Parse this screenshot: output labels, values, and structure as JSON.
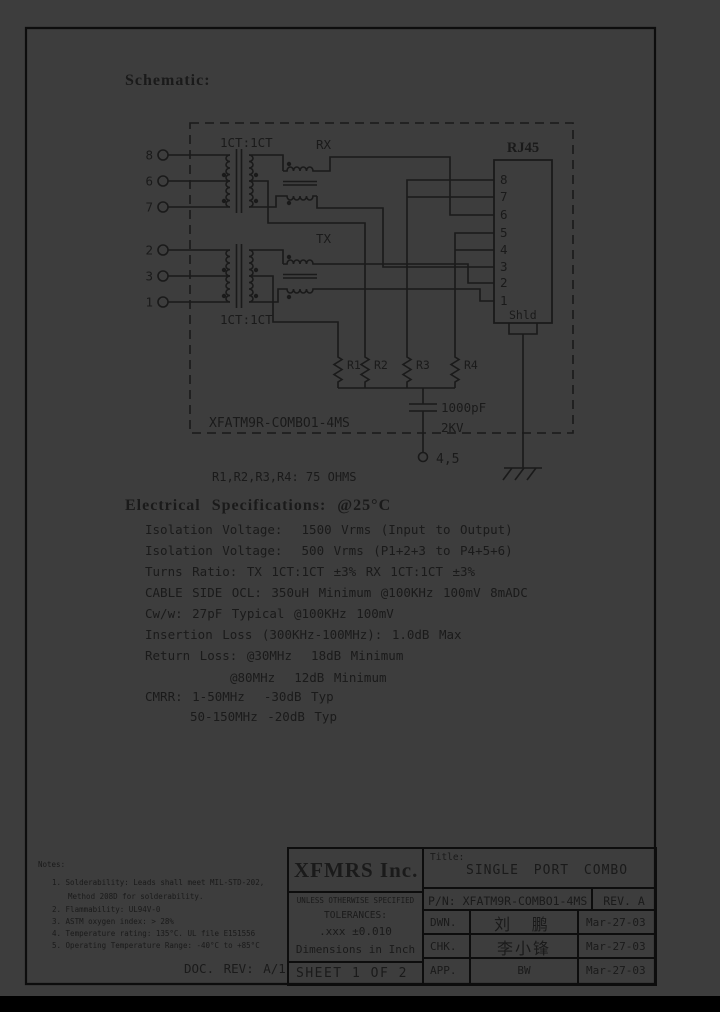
{
  "page": {
    "background": "#3d3d3d",
    "ink": "#1a1a1a",
    "border": "#0d0d0d"
  },
  "headings": {
    "schematic": "Schematic:",
    "electrical": "Electrical Specifications: @25°C"
  },
  "schematic": {
    "left_pins_top": [
      "8",
      "6",
      "7"
    ],
    "left_pins_bottom": [
      "2",
      "3",
      "1"
    ],
    "transformer_top_label": "1CT:1CT",
    "transformer_bottom_label": "1CT:1CT",
    "rx_label": "RX",
    "tx_label": "TX",
    "rj45_label": "RJ45",
    "rj45_pins": [
      "8",
      "7",
      "6",
      "5",
      "4",
      "3",
      "2",
      "1"
    ],
    "shield_label": "Shld",
    "resistors": [
      "R1",
      "R2",
      "R3",
      "R4"
    ],
    "cap_value": "1000pF",
    "cap_rating": "2KV",
    "terminal_label": "4,5",
    "part_number": "XFATM9R-COMBO1-4MS",
    "resistor_note": "R1,R2,R3,R4: 75 OHMS"
  },
  "specs": {
    "lines": [
      "Isolation Voltage:  1500 Vrms (Input to Output)",
      "Isolation Voltage:  500 Vrms (P1+2+3 to P4+5+6)",
      "Turns Ratio: TX 1CT:1CT ±3% RX 1CT:1CT ±3%",
      "CABLE SIDE OCL: 350uH Minimum @100KHz 100mV 8mADC",
      "Cw/w: 27pF Typical @100KHz 100mV",
      "Insertion Loss (300KHz-100MHz): 1.0dB Max",
      "Return Loss: @30MHz  18dB Minimum",
      "@80MHz  12dB Minimum",
      "CMRR: 1-50MHz  -30dB Typ",
      "50-150MHz -20dB Typ"
    ]
  },
  "notes": {
    "header": "Notes:",
    "lines": [
      "1. Solderability: Leads shall meet MIL-STD-202,",
      "Method 208D for solderability.",
      "2. Flammability: UL94V-0",
      "3. ASTM oxygen index: > 28%",
      "4. Temperature rating: 135°C. UL file E151556",
      "5. Operating Temperature Range: -40°C to +85°C"
    ],
    "doc_rev": "DOC. REV: A/1"
  },
  "title_block": {
    "company": "XFMRS Inc.",
    "title_label": "Title:",
    "title": "SINGLE PORT COMBO",
    "tolerance_header": "UNLESS OTHERWISE SPECIFIED",
    "tolerances_label": "TOLERANCES:",
    "tolerance_value": ".xxx ±0.010",
    "dimensions_note": "Dimensions in Inch",
    "sheet": "SHEET 1 OF 2",
    "pn": "P/N: XFATM9R-COMBO1-4MS",
    "rev": "REV. A",
    "rows": [
      {
        "label": "DWN.",
        "name": "刘 鹏",
        "date": "Mar-27-03"
      },
      {
        "label": "CHK.",
        "name": "李小锋",
        "date": "Mar-27-03"
      },
      {
        "label": "APP.",
        "name": "BW",
        "date": "Mar-27-03"
      }
    ]
  }
}
